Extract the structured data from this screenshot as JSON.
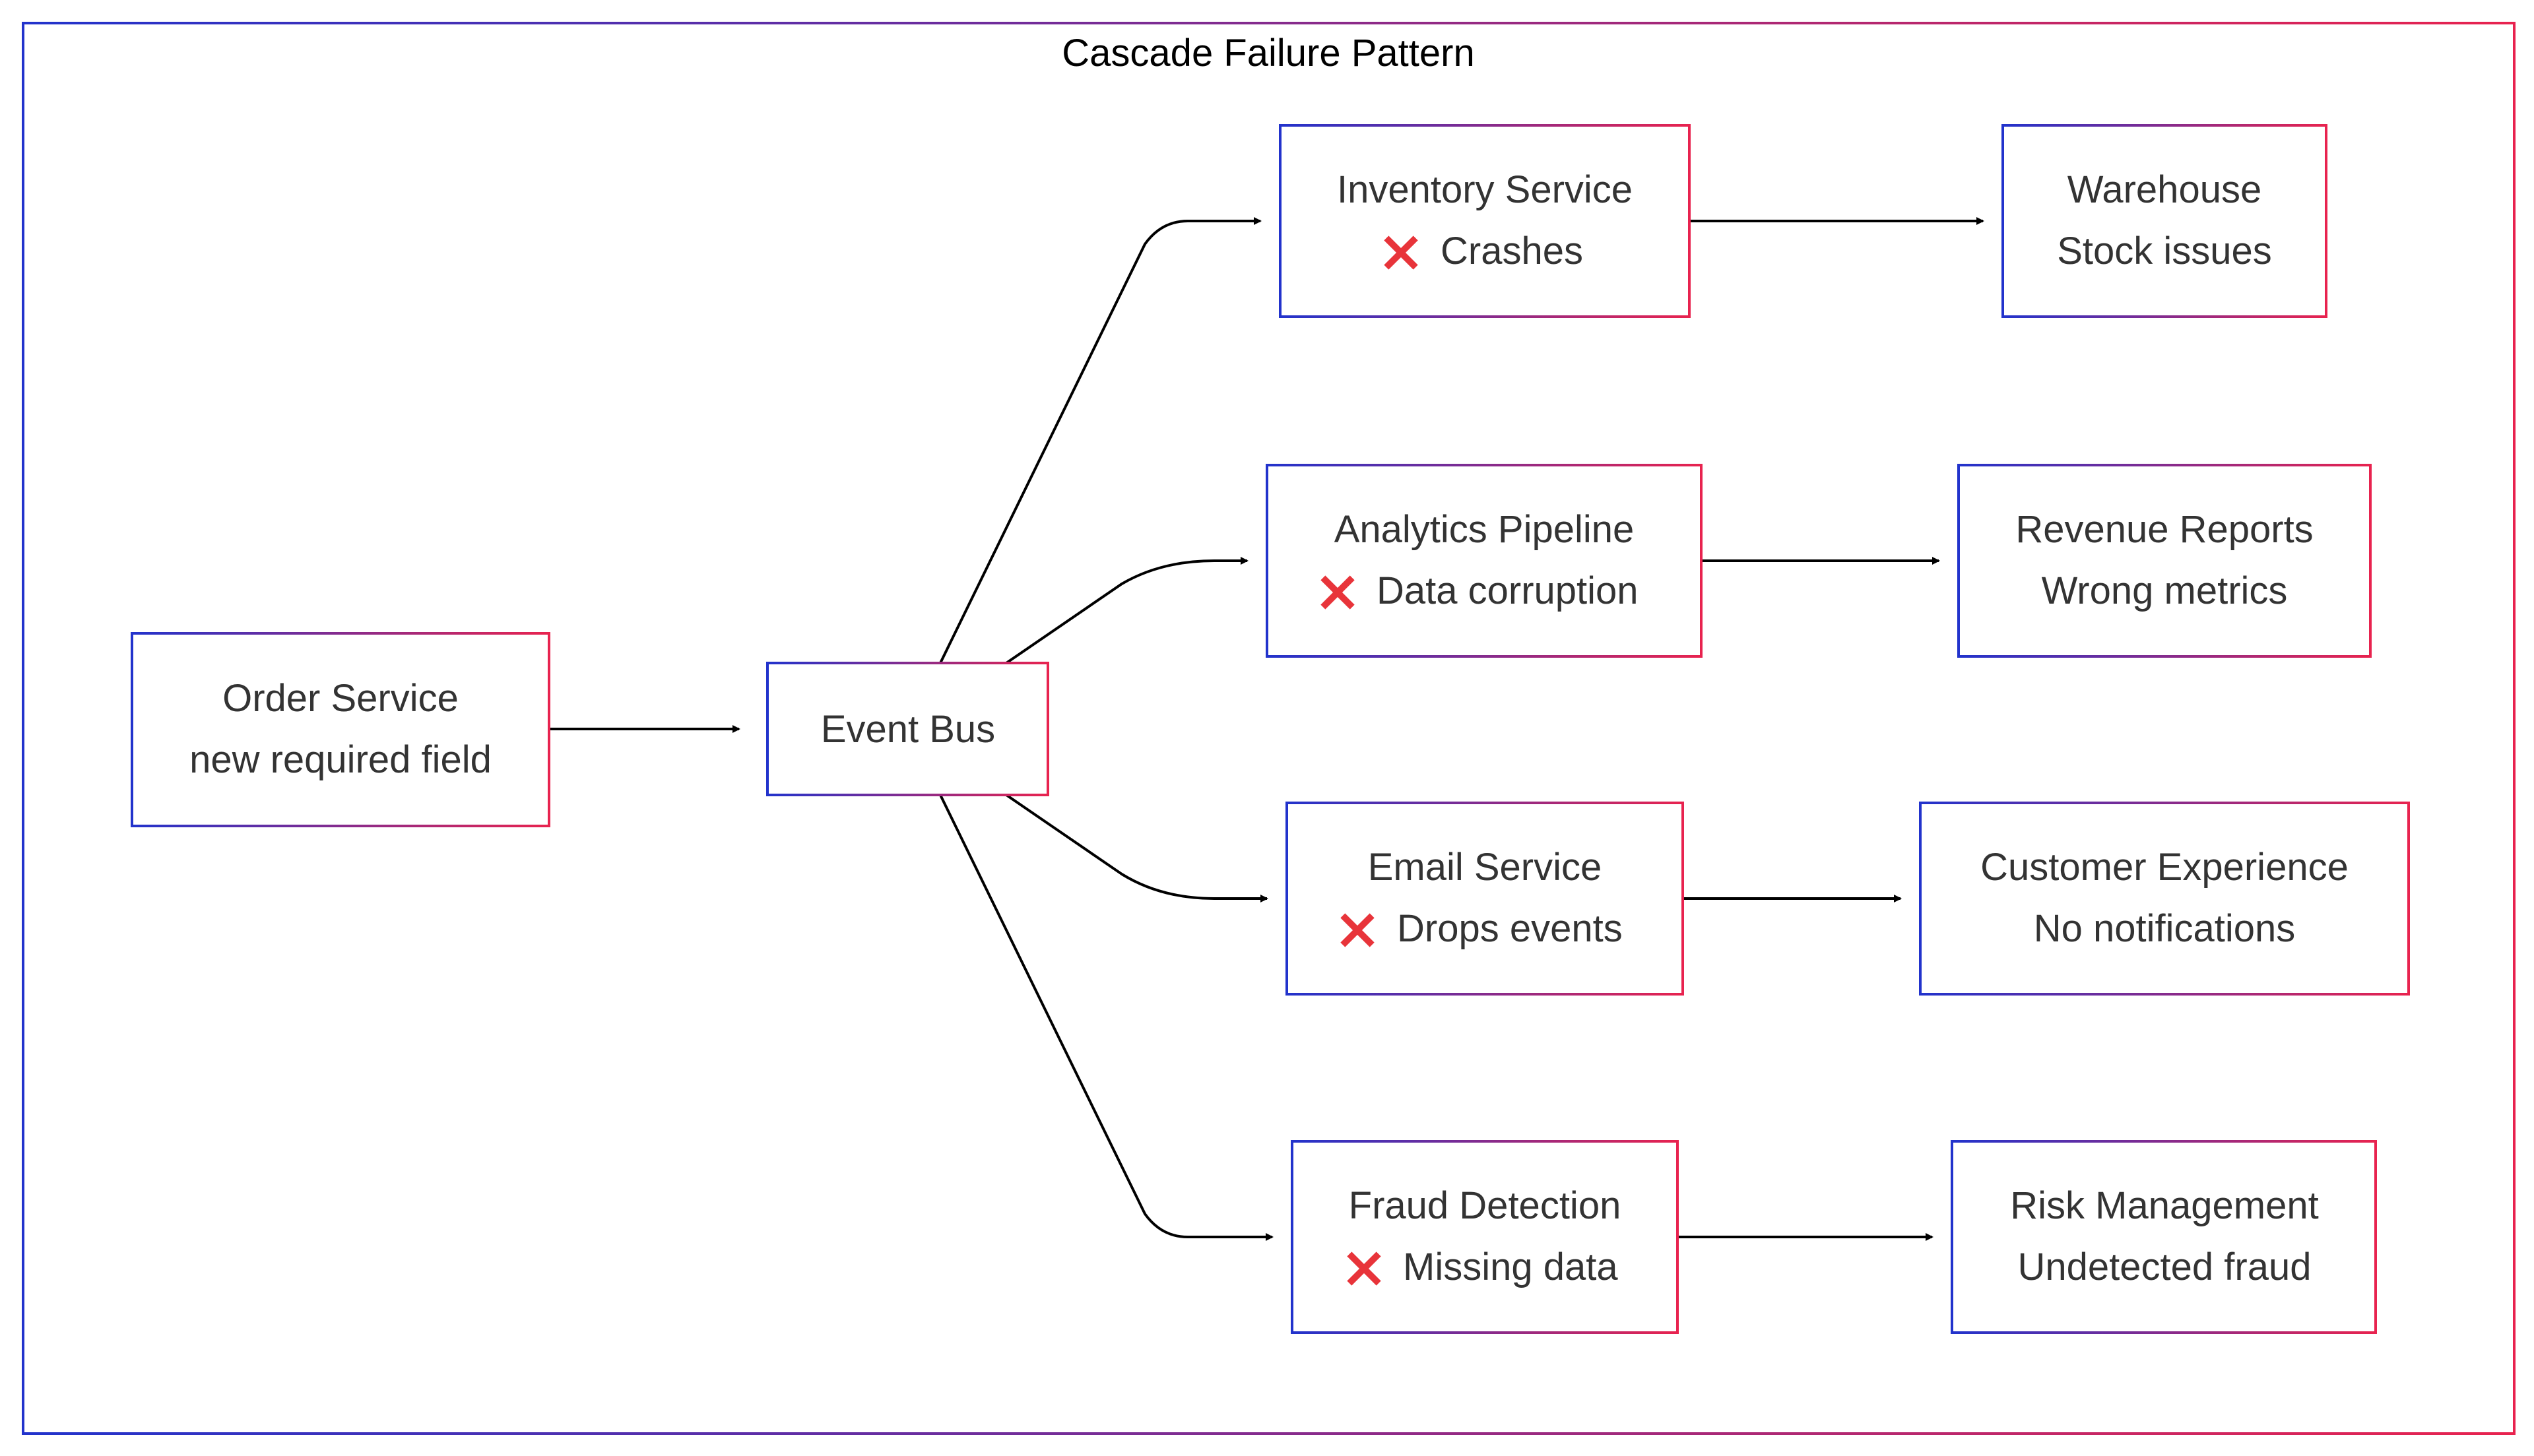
{
  "colors": {
    "gradient_start": "#2233cc",
    "gradient_end": "#e8234f",
    "edge": "#000000",
    "text": "#333333",
    "error_mark": "#e8343a"
  },
  "icons": {
    "error_mark": "cross-mark-icon"
  },
  "cluster": {
    "title": "Cascade Failure Pattern"
  },
  "nodes": {
    "order_service": {
      "line1": "Order Service",
      "line2": "new required field"
    },
    "event_bus": {
      "label": "Event Bus"
    },
    "inventory_service": {
      "line1": "Inventory Service",
      "line2": "Crashes"
    },
    "analytics_pipeline": {
      "line1": "Analytics Pipeline",
      "line2": "Data corruption"
    },
    "email_service": {
      "line1": "Email Service",
      "line2": "Drops events"
    },
    "fraud_detection": {
      "line1": "Fraud Detection",
      "line2": "Missing data"
    },
    "warehouse": {
      "line1": "Warehouse",
      "line2": "Stock issues"
    },
    "revenue_reports": {
      "line1": "Revenue Reports",
      "line2": "Wrong metrics"
    },
    "customer_experience": {
      "line1": "Customer Experience",
      "line2": "No notifications"
    },
    "risk_management": {
      "line1": "Risk Management",
      "line2": "Undetected fraud"
    }
  },
  "edges": [
    {
      "from": "order_service",
      "to": "event_bus"
    },
    {
      "from": "event_bus",
      "to": "inventory_service"
    },
    {
      "from": "event_bus",
      "to": "analytics_pipeline"
    },
    {
      "from": "event_bus",
      "to": "email_service"
    },
    {
      "from": "event_bus",
      "to": "fraud_detection"
    },
    {
      "from": "inventory_service",
      "to": "warehouse"
    },
    {
      "from": "analytics_pipeline",
      "to": "revenue_reports"
    },
    {
      "from": "email_service",
      "to": "customer_experience"
    },
    {
      "from": "fraud_detection",
      "to": "risk_management"
    }
  ]
}
